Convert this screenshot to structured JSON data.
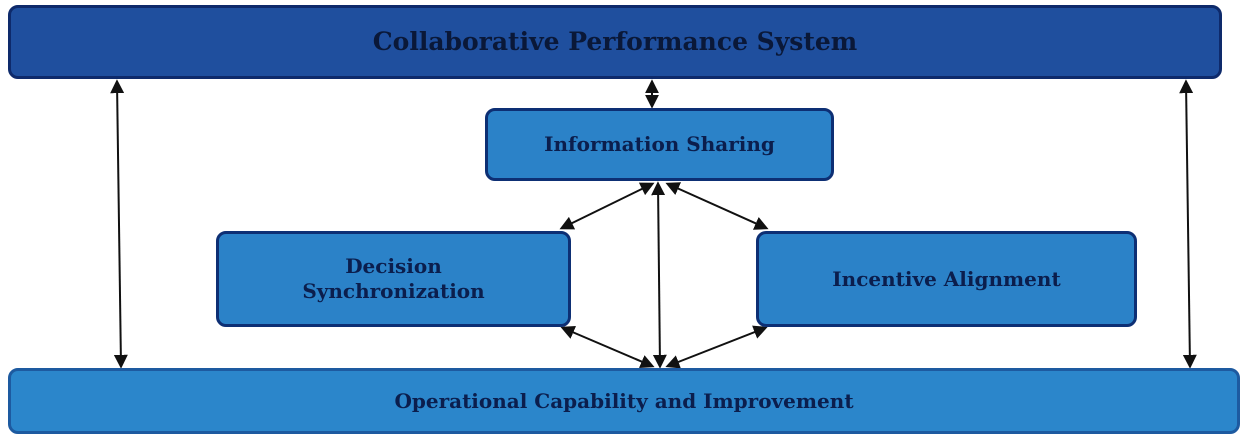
{
  "diagram": {
    "top_box": {
      "label": "Collaborative Performance System"
    },
    "info_box": {
      "label": "Information Sharing"
    },
    "decision_box": {
      "line1": "Decision",
      "line2": "Synchronization"
    },
    "incentive_box": {
      "label": "Incentive Alignment"
    },
    "bottom_box": {
      "label": "Operational Capability and Improvement"
    }
  },
  "colors": {
    "top_fill": "#1f4f9e",
    "box_fill": "#2b82c8",
    "border": "#0d2f74",
    "arrow": "#111111"
  }
}
